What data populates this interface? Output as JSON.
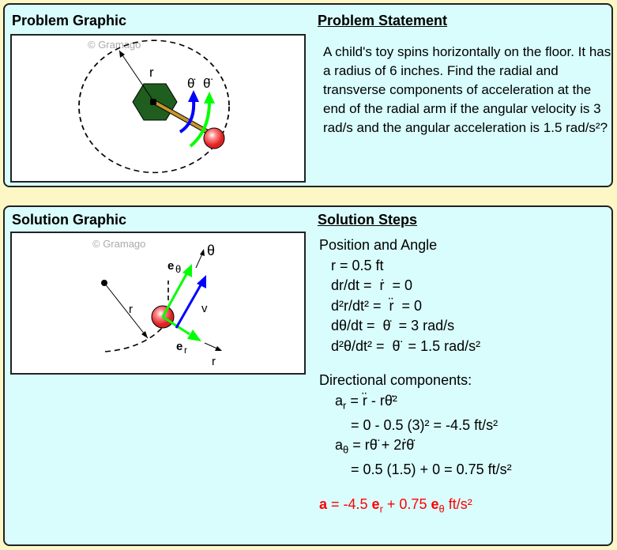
{
  "problem": {
    "graphic_title": "Problem Graphic",
    "statement_title": "Problem Statement",
    "statement": "A child's toy spins horizontally on the floor. It has a radius of 6 inches. Find the radial and transverse components of acceleration at the end of the radial arm if the angular velocity is 3 rad/s and the angular acceleration is 1.5 rad/s²?",
    "watermark": "© Gramago",
    "labels": {
      "r": "r",
      "theta_dot": "θ̇",
      "theta_ddot": "θ̈"
    }
  },
  "solution": {
    "graphic_title": "Solution Graphic",
    "steps_title": "Solution Steps",
    "watermark": "© Gramago",
    "labels": {
      "e": "e",
      "theta_sub": "θ",
      "r_sub": "r",
      "theta": "θ",
      "r": "r",
      "v": "v",
      "r_arm": "r"
    },
    "position_heading": "Position and Angle",
    "position_lines": [
      "   r = 0.5 ft",
      "   dr/dt =  ṙ  = 0",
      "   d²r/dt² =  r̈  = 0",
      "   dθ/dt =  θ̇  = 3 rad/s",
      "   d²θ/dt² =  θ̈  = 1.5 rad/s²"
    ],
    "directional_heading": "Directional components:",
    "ar_lhs": "a",
    "ar_sub": "r",
    "ar_rhs": " = r̈ - rθ̇²",
    "ar_calc": "        = 0 - 0.5 (3)² = -4.5 ft/s²",
    "at_lhs": "a",
    "at_sub": "θ",
    "at_rhs": " = rθ̈ + 2ṙθ̇",
    "at_calc": "        = 0.5 (1.5) + 0 = 0.75 ft/s²",
    "answer": {
      "a": "a",
      "part1": " = -4.5 ",
      "er": "e",
      "er_sub": "r",
      "part2": " + 0.75 ",
      "et": "e",
      "et_sub": "θ",
      "unit": " ft/s²"
    }
  },
  "colors": {
    "panel": "#d9fcfc",
    "background": "#fcf7c5",
    "answer": "#ff0000"
  }
}
